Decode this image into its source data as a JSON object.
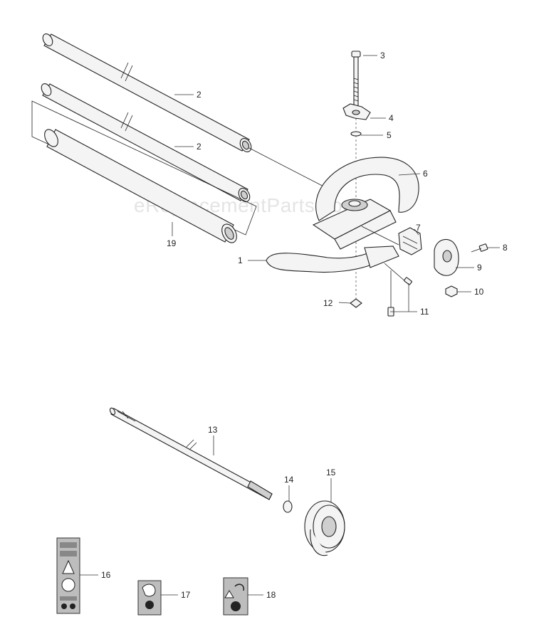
{
  "watermark": "eReplacementParts.com",
  "callouts": {
    "c1": "1",
    "c2a": "2",
    "c2b": "2",
    "c3": "3",
    "c4": "4",
    "c5": "5",
    "c6": "6",
    "c7": "7",
    "c8": "8",
    "c9": "9",
    "c10": "10",
    "c11": "11",
    "c12": "12",
    "c13": "13",
    "c14": "14",
    "c15": "15",
    "c16": "16",
    "c17": "17",
    "c18": "18",
    "c19": "19"
  },
  "icons": {
    "tube": "shaft-tube-icon",
    "grip": "foam-grip-icon",
    "handle": "loop-handle-icon",
    "shaft": "drive-shaft-icon",
    "bearing": "bearing-cup-icon",
    "decal": "warning-decal-icon"
  }
}
